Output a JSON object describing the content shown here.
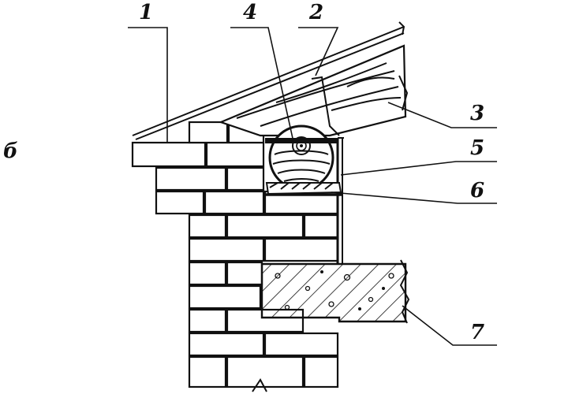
{
  "figure": {
    "panel_letter": "б",
    "callouts": [
      {
        "id": "1",
        "text": "1"
      },
      {
        "id": "2",
        "text": "2"
      },
      {
        "id": "3",
        "text": "3"
      },
      {
        "id": "4",
        "text": "4"
      },
      {
        "id": "5",
        "text": "5"
      },
      {
        "id": "6",
        "text": "6"
      },
      {
        "id": "7",
        "text": "7"
      }
    ]
  },
  "colors": {
    "ink": "#111111",
    "paper": "#ffffff"
  }
}
